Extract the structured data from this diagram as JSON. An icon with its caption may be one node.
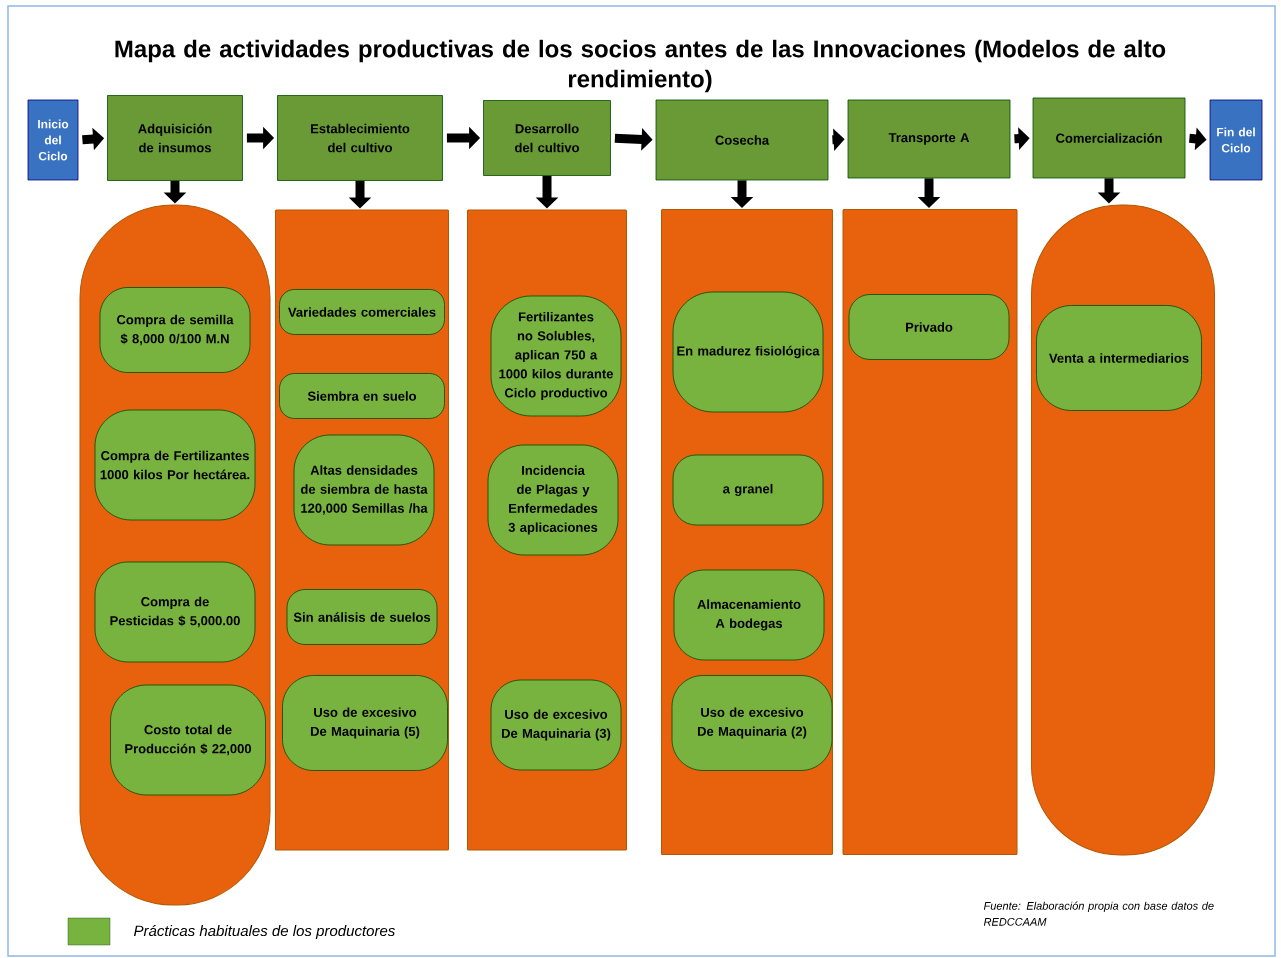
{
  "diagram": {
    "title": "Mapa de actividades productivas de los socios antes de las Innovaciones (Modelos de alto rendimiento)",
    "nodes": [
      {
        "text": [
          "Inicio del Ciclo"
        ]
      },
      {
        "text": [
          "Adquisición de insumos"
        ]
      },
      {
        "text": [
          "Establecimiento del cultivo"
        ]
      },
      {
        "text": [
          "Desarrollo del cultivo"
        ]
      },
      {
        "text": [
          "Cosecha"
        ]
      },
      {
        "text": [
          "Transporte A"
        ]
      },
      {
        "text": [
          "Comercialización"
        ]
      },
      {
        "text": [
          "Fin del Ciclo"
        ]
      },
      {
        "text": [],
        "shape": "capsule"
      },
      {
        "text": [
          "Compra de semilla $ 8,000 0/100 M.N"
        ],
        "in": 8
      },
      {
        "text": [
          "Compra de Fertilizantes 1000 kilos Por hectárea."
        ],
        "in": 8
      },
      {
        "text": [
          "Compra de Pesticidas $ 5,000.00"
        ],
        "in": 8
      },
      {
        "text": [
          "Costo total de Producción $ 22,000"
        ],
        "in": 8
      },
      {
        "text": [],
        "shape": "box"
      },
      {
        "text": [
          "Variedades comerciales"
        ],
        "in": 13
      },
      {
        "text": [
          "Siembra en suelo"
        ],
        "in": 13
      },
      {
        "text": [
          "Altas densidades de siembra de hasta 120,000 Semillas /ha"
        ],
        "in": 13
      },
      {
        "text": [
          "Sin análisis de suelos"
        ],
        "in": 13
      },
      {
        "text": [
          "Uso de excesivo De Maquinaria (5)"
        ],
        "in": 13
      },
      {
        "text": [],
        "shape": "box"
      },
      {
        "text": [
          "Fertilizantes no Solubles, aplican 750 a 1000 kilos durante Ciclo productivo"
        ],
        "in": 19
      },
      {
        "text": [
          "Incidencia de Plagas y Enfermedades 3 aplicaciones"
        ],
        "in": 19
      },
      {
        "text": [
          "Uso de excesivo De Maquinaria (3)"
        ],
        "in": 19
      },
      {
        "text": [],
        "shape": "box"
      },
      {
        "text": [
          "En madurez fisiológica"
        ],
        "in": 23
      },
      {
        "text": [
          "a granel"
        ],
        "in": 23
      },
      {
        "text": [
          "Almacenamiento A bodegas"
        ],
        "in": 23
      },
      {
        "text": [
          "Uso de excesivo De Maquinaria (2)"
        ],
        "in": 23
      },
      {
        "text": [],
        "shape": "box"
      },
      {
        "text": [
          "Privado"
        ],
        "in": 28
      },
      {
        "text": [],
        "shape": "capsule"
      },
      {
        "text": [
          "Venta a intermediarios"
        ],
        "in": 30
      }
    ],
    "edges": [
      {
        "from": 0,
        "to": 1,
        "arrow": "to"
      },
      {
        "from": 1,
        "to": 2,
        "arrow": "to"
      },
      {
        "from": 2,
        "to": 3,
        "arrow": "to"
      },
      {
        "from": 3,
        "to": 4,
        "arrow": "to"
      },
      {
        "from": 4,
        "to": 5,
        "arrow": "to"
      },
      {
        "from": 5,
        "to": 6,
        "arrow": "to"
      },
      {
        "from": 6,
        "to": 7,
        "arrow": "to"
      },
      {
        "from": 1,
        "to": 8,
        "arrow": "to"
      },
      {
        "from": 2,
        "to": 13,
        "arrow": "to"
      },
      {
        "from": 3,
        "to": 19,
        "arrow": "to"
      },
      {
        "from": 4,
        "to": 23,
        "arrow": "to"
      },
      {
        "from": 5,
        "to": 28,
        "arrow": "to"
      },
      {
        "from": 6,
        "to": 30,
        "arrow": "to"
      }
    ],
    "labels": [
      "Fuente: Elaboración propia con base datos de REDCCAAM"
    ],
    "legend": [
      {
        "text": "Prácticas habituales de los productores",
        "color": "#79b33f"
      }
    ]
  }
}
